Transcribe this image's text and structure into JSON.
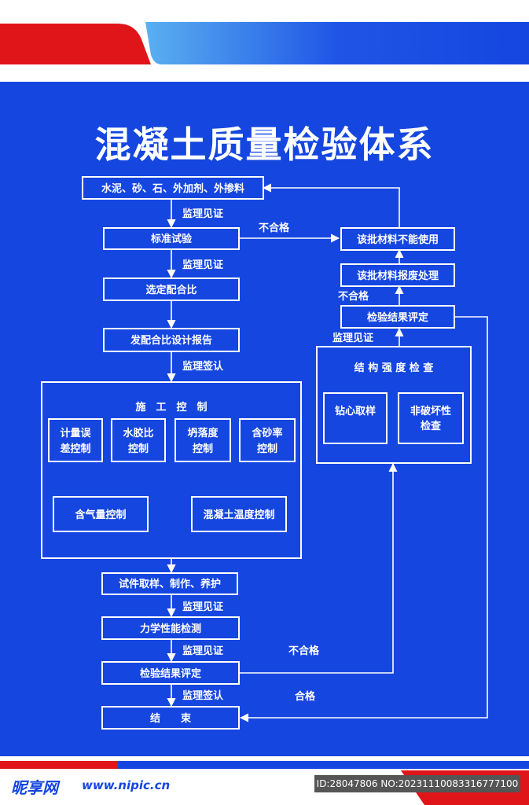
{
  "title": "混凝土质量检验体系",
  "colors": {
    "panel": "#1546e0",
    "accent_red": "#e0151a",
    "line": "#ffffff"
  },
  "nodes": {
    "materials": "水泥、砂、石、外加剂、外掺料",
    "standard_test": "标准试验",
    "mix_select": "选定配合比",
    "mix_report": "发配合比设计报告",
    "construction_title": "施　工　控　制",
    "metering": [
      "计量误",
      "差控制"
    ],
    "wc_ratio": [
      "水胶比",
      "控制"
    ],
    "slump": [
      "坍落度",
      "控制"
    ],
    "sand_ratio": [
      "含砂率",
      "控制"
    ],
    "air_content": "含气量控制",
    "temp_control": "混凝土温度控制",
    "specimen": "试件取样、制作、养护",
    "mech_test": "力学性能检测",
    "eval_left": "检验结果评定",
    "end": "结　　束",
    "unusable": "该批材料不能使用",
    "scrap": "该批材料报废处理",
    "eval_right": "检验结果评定",
    "strength_title": "结 构 强 度 检 查",
    "core": "钻心取样",
    "nondestructive": [
      "非破坏性",
      "检查"
    ]
  },
  "edge_labels": {
    "witness_1": "监理见证",
    "fail_1": "不合格",
    "witness_2": "监理见证",
    "sign_1": "监理签认",
    "witness_3": "监理见证",
    "witness_4": "监理见证",
    "fail_2": "不合格",
    "sign_2": "监理签认",
    "pass": "合格",
    "fail_3": "不合格",
    "witness_5": "监理见证"
  },
  "watermark": {
    "logo": "昵享网",
    "url": "www.nipic.cn",
    "id": "ID:28047806 NO:20231110083316777100"
  }
}
